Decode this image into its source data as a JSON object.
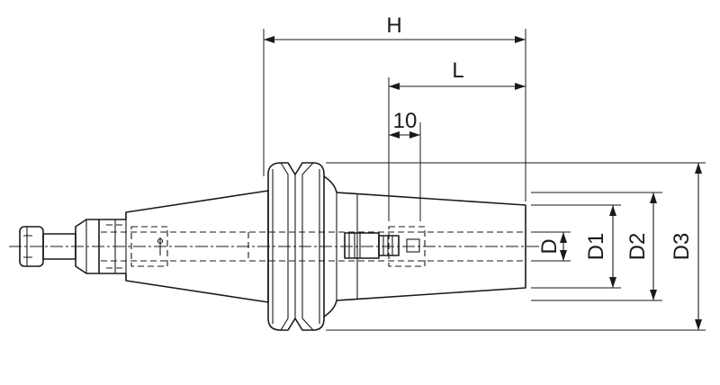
{
  "dimensions": {
    "overall_length": "H",
    "cone_length": "L",
    "offset": "10",
    "bore_diameter": "D",
    "nose_diameter": "D1",
    "cone_base_diameter": "D2",
    "flange_diameter": "D3"
  }
}
